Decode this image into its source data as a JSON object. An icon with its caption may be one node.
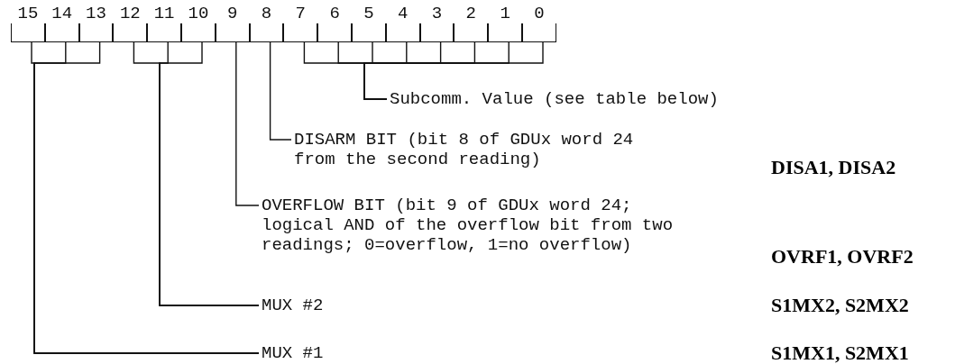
{
  "diagram": {
    "nodes": [
      {
        "text": [
          "15"
        ]
      },
      {
        "text": [
          "14"
        ]
      },
      {
        "text": [
          "13"
        ]
      },
      {
        "text": [
          "12"
        ]
      },
      {
        "text": [
          "11"
        ]
      },
      {
        "text": [
          "10"
        ]
      },
      {
        "text": [
          "9"
        ]
      },
      {
        "text": [
          "8"
        ]
      },
      {
        "text": [
          "7"
        ]
      },
      {
        "text": [
          "6"
        ]
      },
      {
        "text": [
          "5"
        ]
      },
      {
        "text": [
          "4"
        ]
      },
      {
        "text": [
          "3"
        ]
      },
      {
        "text": [
          "2"
        ]
      },
      {
        "text": [
          "1"
        ]
      },
      {
        "text": [
          "0"
        ]
      },
      {
        "text": [
          "Subcomm. Value (see table below)"
        ]
      },
      {
        "text": [
          "DISARM BIT (bit 8 of GDUx word 24 from the second reading)"
        ]
      },
      {
        "text": [
          "OVERFLOW BIT (bit 9 of GDUx word 24; logical AND of the overflow bit from two readings; 0=overflow, 1=no overflow)"
        ]
      },
      {
        "text": [
          "MUX #2"
        ]
      },
      {
        "text": [
          "MUX #1"
        ]
      }
    ],
    "labels": [
      "DISA1, DISA2",
      "OVRF1, OVRF2",
      "S1MX2, S2MX2",
      "S1MX1, S2MX1"
    ],
    "edges": [
      {
        "from": 0,
        "to": 20,
        "arrow": "none"
      },
      {
        "from": 1,
        "to": 20,
        "arrow": "none"
      },
      {
        "from": 2,
        "to": 20,
        "arrow": "none"
      },
      {
        "from": 3,
        "to": 19,
        "arrow": "none"
      },
      {
        "from": 4,
        "to": 19,
        "arrow": "none"
      },
      {
        "from": 5,
        "to": 19,
        "arrow": "none"
      },
      {
        "from": 6,
        "to": 18,
        "arrow": "none"
      },
      {
        "from": 7,
        "to": 17,
        "arrow": "none"
      },
      {
        "from": 8,
        "to": 16,
        "arrow": "none"
      },
      {
        "from": 9,
        "to": 16,
        "arrow": "none"
      },
      {
        "from": 10,
        "to": 16,
        "arrow": "none"
      },
      {
        "from": 11,
        "to": 16,
        "arrow": "none"
      },
      {
        "from": 12,
        "to": 16,
        "arrow": "none"
      },
      {
        "from": 13,
        "to": 16,
        "arrow": "none"
      },
      {
        "from": 14,
        "to": 16,
        "arrow": "none"
      },
      {
        "from": 15,
        "to": 16,
        "arrow": "none"
      }
    ]
  }
}
